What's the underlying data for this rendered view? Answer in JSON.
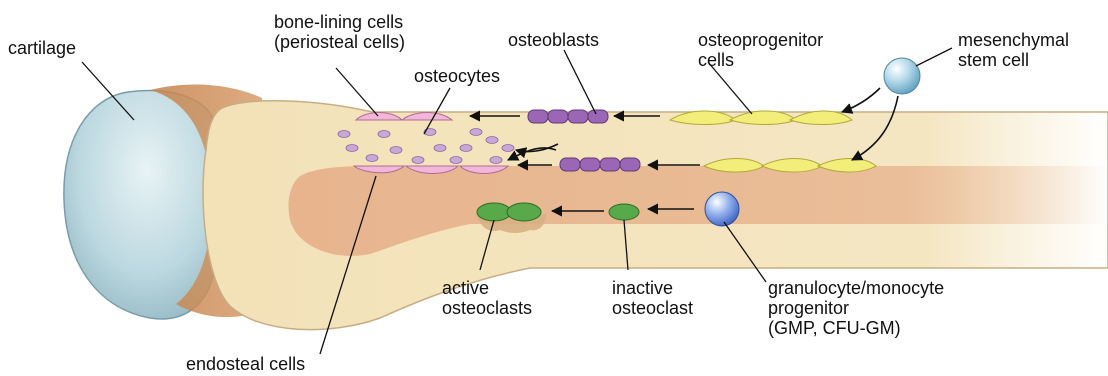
{
  "labels": {
    "cartilage": "cartilage",
    "bone_lining": [
      "bone-lining cells",
      "(periosteal cells)"
    ],
    "osteocytes": "osteocytes",
    "osteoblasts": "osteoblasts",
    "osteoprogenitor": [
      "osteoprogenitor",
      "cells"
    ],
    "msc": [
      "mesenchymal",
      "stem cell"
    ],
    "active_osteoclasts": [
      "active",
      "osteoclasts"
    ],
    "inactive_osteoclast": [
      "inactive",
      "osteoclast"
    ],
    "gmp": [
      "granulocyte/monocyte",
      "progenitor",
      "(GMP, CFU-GM)"
    ],
    "endosteal": "endosteal cells"
  },
  "colors": {
    "cartilage": "#bcd8e0",
    "bone": "#f3e2b8",
    "bone_edge": "#c8ad84",
    "marrow": "#e7b48e",
    "osteoblast": "#9a66b5",
    "osteocyte": "#c9a8d8",
    "lining_cell": "#f2b7d8",
    "osteoprogenitor": "#f3ee7a",
    "osteoclast": "#57a94a",
    "stem_cell": "#8ec3dc",
    "gmp_cell": "#5c86d9"
  }
}
